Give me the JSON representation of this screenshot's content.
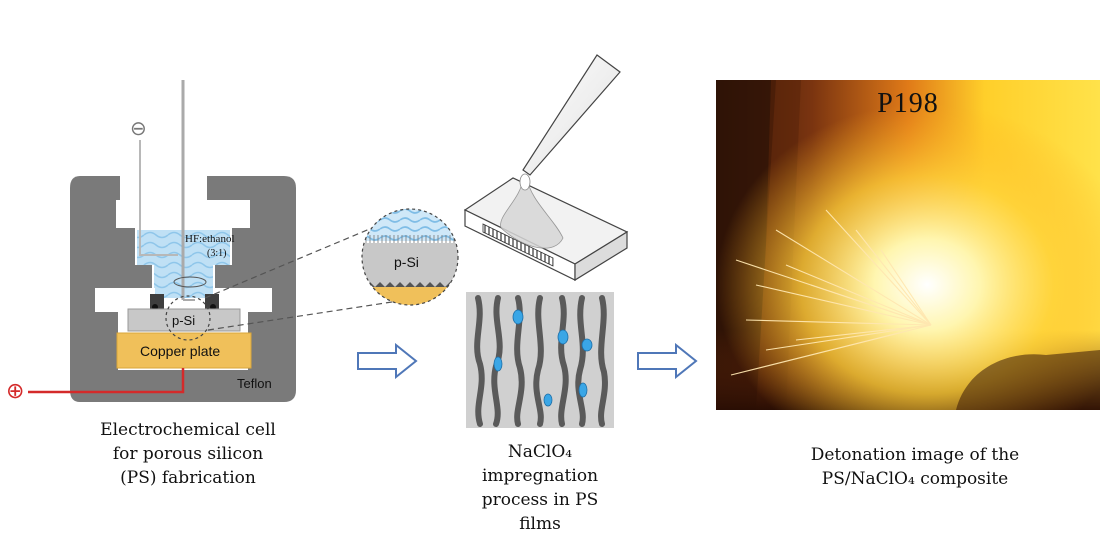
{
  "panels": {
    "cell": {
      "labels": {
        "hf_ethanol": "HF:ethanol",
        "ratio": "(3:1)",
        "psi": "p-Si",
        "copper": "Copper plate",
        "teflon": "Teflon",
        "minus": "⊖",
        "plus": "⊕"
      },
      "caption": [
        "Electrochemical cell",
        "for porous silicon",
        "(PS) fabrication"
      ]
    },
    "impregnation": {
      "zoom_label": "p-Si",
      "caption": [
        "NaClO₄",
        "impregnation",
        "process in PS",
        "films"
      ]
    },
    "detonation": {
      "photo_label": "P198",
      "caption": [
        "Detonation image of the",
        "PS/NaClO₄ composite"
      ]
    }
  },
  "colors": {
    "teflon": "#7a7a7a",
    "copper": "#f0c05a",
    "solution": "#bfe0f5",
    "psi": "#c8c8c8",
    "arrow": "#4f77b8",
    "wire_red": "#d42a2a",
    "droplet": "#3aa6e6"
  }
}
